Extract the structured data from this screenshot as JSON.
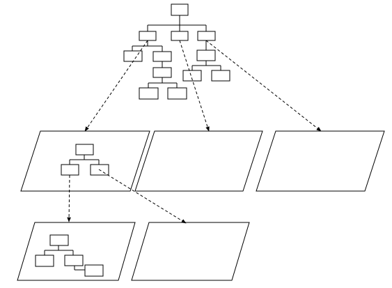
{
  "diagram": {
    "colors": {
      "stroke": "#000000",
      "fill": "#ffffff",
      "background": "#ffffff"
    },
    "line_styles": {
      "tree_edges": "solid",
      "mapping_links": "dashed-with-arrowhead"
    },
    "main_tree": {
      "root": {
        "children": [
          {
            "children": [
              {},
              {
                "children": [
                  {
                    "children": [
                      {},
                      {}
                    ]
                  }
                ]
              }
            ]
          },
          {},
          {
            "children": [
              {
                "children": [
                  {},
                  {}
                ]
              }
            ]
          }
        ]
      }
    },
    "panels": [
      {
        "id": "panel-level1-left",
        "contains_tree": true
      },
      {
        "id": "panel-level1-middle",
        "contains_tree": false
      },
      {
        "id": "panel-level1-right",
        "contains_tree": false
      },
      {
        "id": "panel-level2-left",
        "contains_tree": true
      },
      {
        "id": "panel-level2-right",
        "contains_tree": false
      }
    ],
    "links": [
      {
        "from": "main-tree-node-a",
        "to": "panel-level1-left"
      },
      {
        "from": "main-tree-node-b",
        "to": "panel-level1-middle"
      },
      {
        "from": "main-tree-node-c",
        "to": "panel-level1-right"
      },
      {
        "from": "panel1-tree-child-left",
        "to": "panel-level2-left"
      },
      {
        "from": "panel1-tree-child-right",
        "to": "panel-level2-right"
      }
    ]
  }
}
